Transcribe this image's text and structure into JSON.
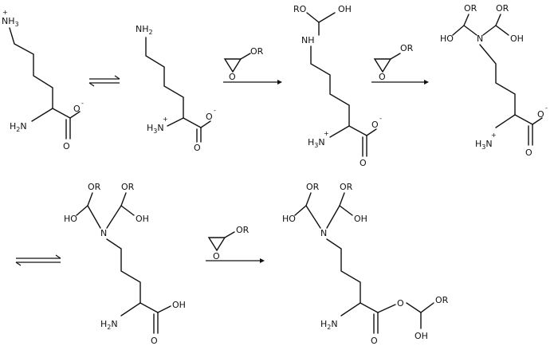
{
  "scheme": {
    "labels": {
      "nh3": "NH",
      "nh3_sub": "3",
      "plus": "+",
      "h2n_H": "H",
      "h2n_sub": "2",
      "h2n_N": "N",
      "h3n_H": "H",
      "h3n_sub": "3",
      "h3n_N": "N",
      "nh2": "NH",
      "nh2_sub": "2",
      "o": "O",
      "o_minus": "O",
      "minus": "-",
      "oh": "OH",
      "ho": "HO",
      "or": "OR",
      "ro": "RO",
      "nh": "NH",
      "n": "N"
    }
  }
}
